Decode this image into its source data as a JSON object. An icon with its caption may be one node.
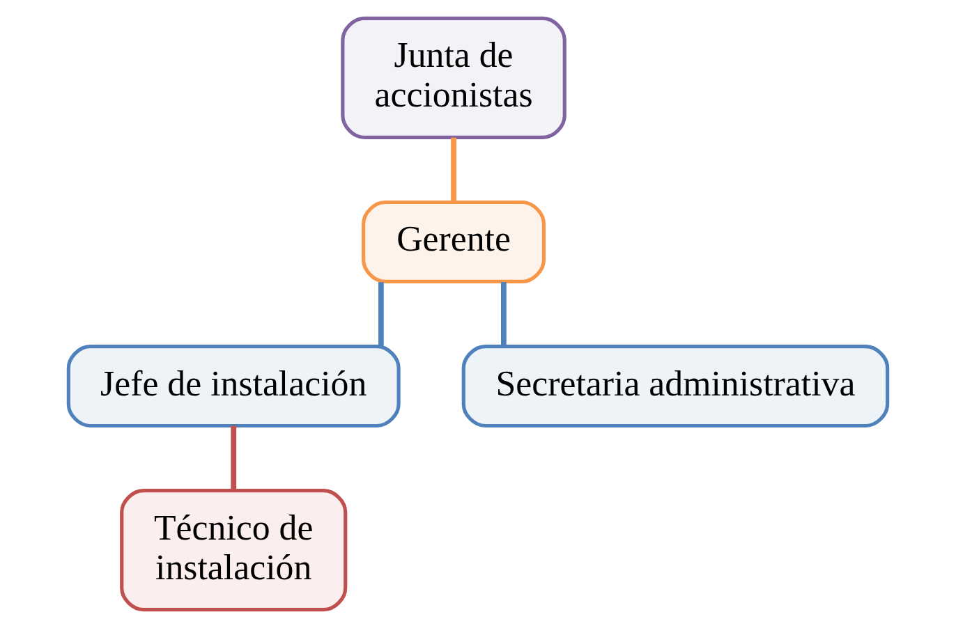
{
  "diagram": {
    "nodes": [
      {
        "text": [
          "Junta de accionistas"
        ]
      },
      {
        "text": [
          "Gerente"
        ]
      },
      {
        "text": [
          "Jefe de instalación"
        ]
      },
      {
        "text": [
          "Secretaria administrativa"
        ]
      },
      {
        "text": [
          "Técnico de instalación"
        ]
      }
    ],
    "edges": [
      {
        "from": 0,
        "to": 1,
        "arrow": "none",
        "color": "#f79646"
      },
      {
        "from": 1,
        "to": 2,
        "arrow": "none"
      },
      {
        "from": 1,
        "to": 3,
        "arrow": "none"
      },
      {
        "from": 2,
        "to": 4,
        "arrow": "none",
        "color": "#c0504d"
      }
    ]
  }
}
